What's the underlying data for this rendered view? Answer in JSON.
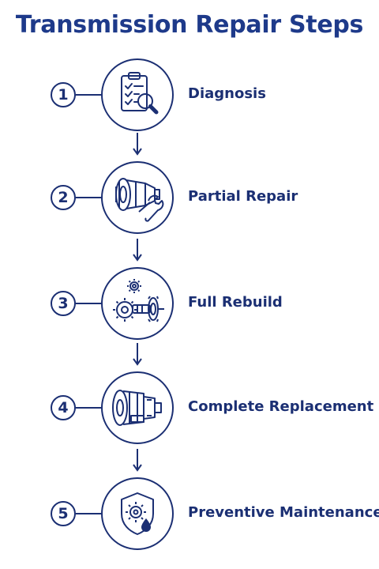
{
  "title": "Transmission Repair Steps",
  "steps": [
    {
      "number": "1",
      "label": "Diagnosis",
      "icon": "clipboard-magnifier-icon"
    },
    {
      "number": "2",
      "label": "Partial Repair",
      "icon": "transmission-wrench-icon"
    },
    {
      "number": "3",
      "label": "Full Rebuild",
      "icon": "gears-shaft-icon"
    },
    {
      "number": "4",
      "label": "Complete Replacement",
      "icon": "transmission-unit-icon"
    },
    {
      "number": "5",
      "label": "Preventive Maintenance",
      "icon": "shield-gear-drop-icon"
    }
  ],
  "colors": {
    "primary": "#1b2f73",
    "title": "#1e3a8a",
    "background": "#ffffff"
  }
}
